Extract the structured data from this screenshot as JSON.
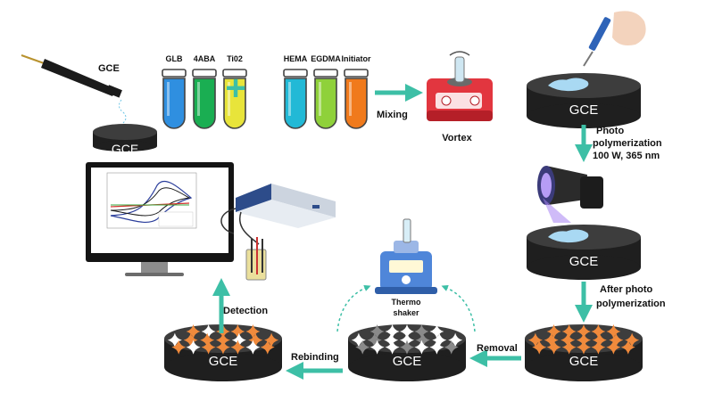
{
  "electrode": {
    "top_label": "GCE",
    "disc_label": "GCE"
  },
  "tubes_group1": [
    {
      "label": "GLB",
      "color": "#2f8fe0"
    },
    {
      "label": "4ABA",
      "color": "#1aae52"
    },
    {
      "label": "Ti02",
      "color": "#e8e43a"
    }
  ],
  "tubes_group2": [
    {
      "label": "HEMA",
      "color": "#22b9d6"
    },
    {
      "label": "EGDMA",
      "color": "#8fd13a"
    },
    {
      "label": "Initiator",
      "color": "#f07a1c"
    }
  ],
  "plus_sign": "+",
  "steps": {
    "mixing": "Mixing",
    "vortex": "Vortex",
    "photo_line1": "Photo",
    "photo_line2": "polymerization",
    "photo_line3": "100 W, 365 nm",
    "after_line1": "After  photo",
    "after_line2": "polymerization",
    "removal": "Removal",
    "rebinding": "Rebinding",
    "detection": "Detection",
    "thermo_line1": "Thermo",
    "thermo_line2": "shaker"
  },
  "discs": {
    "photo_top": "GCE",
    "photo_after": "GCE",
    "polymerized": "GCE",
    "removal": "GCE",
    "rebinding": "GCE",
    "right_bottom": "GCE"
  },
  "colors": {
    "arrow": "#3dbfa6",
    "disc_top": "#3d3d3d",
    "disc_side": "#1f1f1f",
    "drop": "#a9d9f3",
    "star_orange": "#f08a3c",
    "star_white": "#ffffff",
    "star_gray": "#8a8a8a"
  },
  "icons": [
    "electrode-probe-icon",
    "pipette-icon",
    "vortex-mixer-icon",
    "uv-lamp-icon",
    "thermo-shaker-icon",
    "computer-monitor-icon",
    "potentiostat-icon",
    "electrochemical-cell-icon"
  ]
}
